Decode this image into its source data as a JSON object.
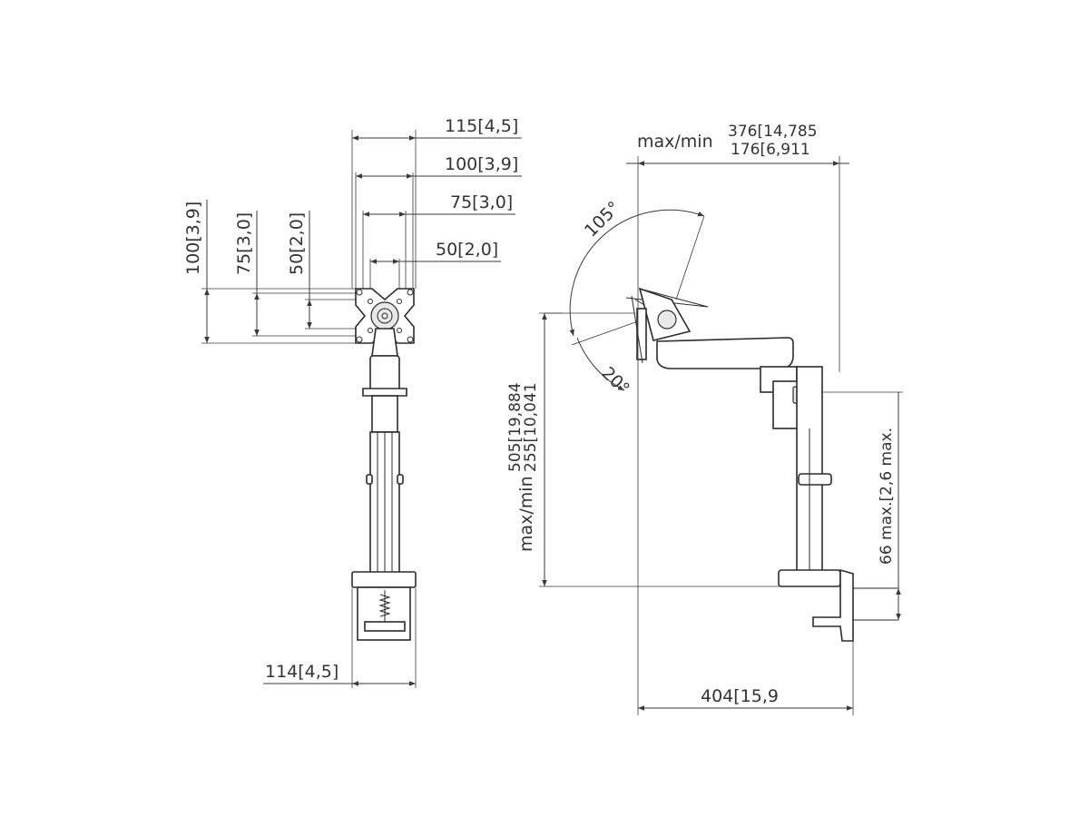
{
  "front_view": {
    "dims": {
      "w115": "115[4,5]",
      "w100": "100[3,9]",
      "w75": "75[3,0]",
      "w50": "50[2,0]",
      "h100": "100[3,9]",
      "h75": "75[3,0]",
      "h50": "50[2,0]",
      "base": "114[4,5]"
    }
  },
  "side_view": {
    "reach_prefix": "max/min",
    "reach_max": "376[14,785",
    "reach_min": "176[6,911",
    "tilt_up": "105°",
    "tilt_down": "20°",
    "height_prefix": "max/min",
    "height_max": "505[19,884",
    "height_min": "255[10,041",
    "clamp": "66 max.[2,6 max.",
    "depth": "404[15,9"
  }
}
